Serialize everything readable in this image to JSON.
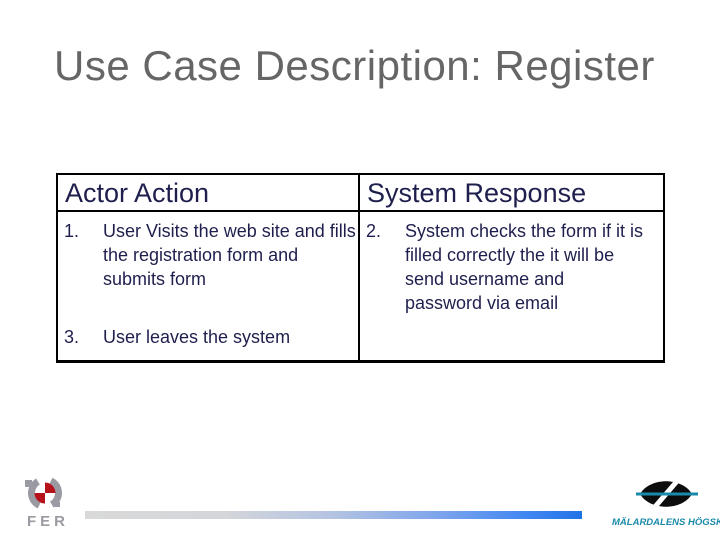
{
  "slide": {
    "title": "Use Case Description: Register"
  },
  "table": {
    "headers": [
      "Actor Action",
      "System Response"
    ],
    "actor_items": [
      {
        "num": "1.",
        "text": "User Visits the web site and fills the registration form and submits form"
      },
      {
        "num": "3.",
        "text": "User leaves the system"
      }
    ],
    "system_items": [
      {
        "num": "2.",
        "text": "System checks the form if it is filled correctly the it will be send username and password via email"
      }
    ]
  },
  "footer": {
    "fer_text": "FER",
    "mdh_text": "MÄLARDALENS HÖGSKOLA"
  },
  "colors": {
    "title_gray": "#666666",
    "table_text_navy": "#1f1f4e",
    "table_border": "#000000",
    "fer_gray": "#9a9aa2",
    "fer_red": "#b5121b",
    "mdh_teal": "#1a8aaa",
    "accent_bar_start": "#d9d9d9",
    "accent_bar_end": "#2272e6"
  }
}
